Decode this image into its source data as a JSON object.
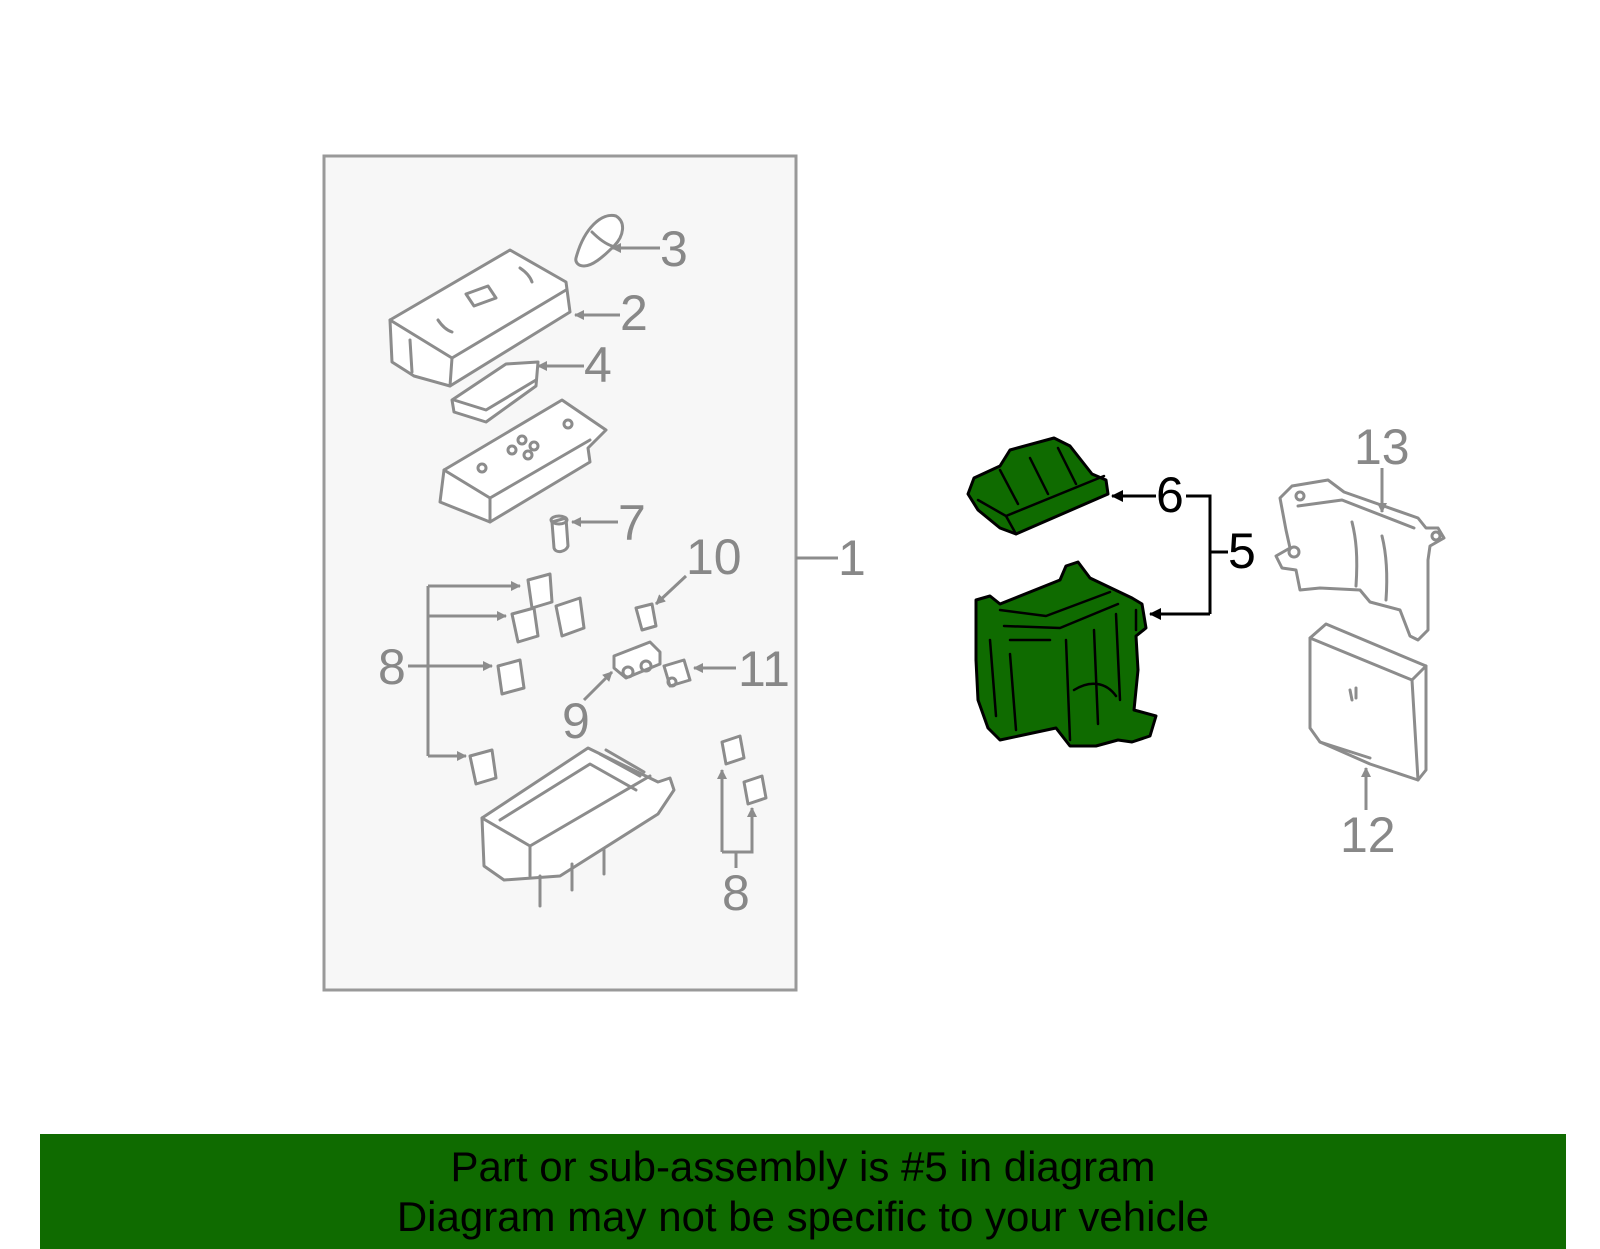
{
  "colors": {
    "highlight": "#0f6b00",
    "banner": "#0f6b00",
    "part_stroke": "#8c8c8c",
    "panel_fill": "#f7f7f7"
  },
  "callouts": [
    {
      "id": "c1",
      "text": "1"
    },
    {
      "id": "c2",
      "text": "2"
    },
    {
      "id": "c3",
      "text": "3"
    },
    {
      "id": "c4",
      "text": "4"
    },
    {
      "id": "c5",
      "text": "5"
    },
    {
      "id": "c6",
      "text": "6"
    },
    {
      "id": "c7",
      "text": "7"
    },
    {
      "id": "c8a",
      "text": "8"
    },
    {
      "id": "c8b",
      "text": "8"
    },
    {
      "id": "c9",
      "text": "9"
    },
    {
      "id": "c10",
      "text": "10"
    },
    {
      "id": "c11",
      "text": "11"
    },
    {
      "id": "c12",
      "text": "12"
    },
    {
      "id": "c13",
      "text": "13"
    }
  ],
  "highlighted_part": "5",
  "banner": {
    "line1": "Part or sub-assembly is #5 in diagram",
    "line2": "Diagram may not be specific to your vehicle"
  }
}
